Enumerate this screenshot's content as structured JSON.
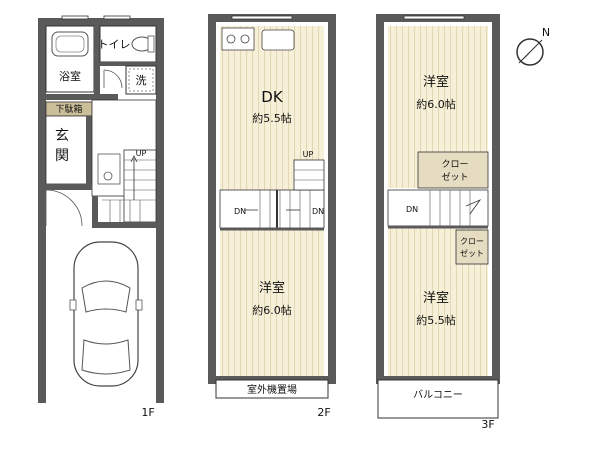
{
  "floors": {
    "f1": {
      "label": "1F",
      "rooms": {
        "toilet": "トイレ",
        "bath": "浴室",
        "wash": "洗",
        "shoe_closet": "下駄箱",
        "entrance_1": "玄",
        "entrance_2": "関",
        "stair_up": "UP"
      }
    },
    "f2": {
      "label": "2F",
      "rooms": {
        "dk_name": "DK",
        "dk_size": "約5.5帖",
        "western_name": "洋室",
        "western_size": "約6.0帖",
        "outdoor_unit": "室外機置場",
        "stair_up": "UP",
        "stair_down_left": "DN",
        "stair_down_right": "DN"
      }
    },
    "f3": {
      "label": "3F",
      "rooms": {
        "western_top_name": "洋室",
        "western_top_size": "約6.0帖",
        "closet_top_1": "クロー",
        "closet_top_2": "ゼット",
        "closet_small_1": "クロー",
        "closet_small_2": "ゼット",
        "western_bottom_name": "洋室",
        "western_bottom_size": "約5.5帖",
        "balcony": "バルコニー",
        "stair_down": "DN"
      }
    }
  },
  "compass": {
    "north_label": "N"
  },
  "colors": {
    "wall": "#5a5a5a",
    "flooring": "#f7f0d9",
    "closet": "#e6dcc1",
    "shoe_closet": "#cbbf9a",
    "outline": "#333333"
  }
}
